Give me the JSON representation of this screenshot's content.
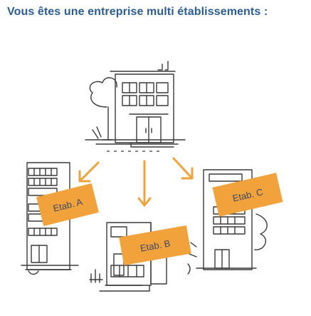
{
  "header": {
    "title": "Vous êtes une entreprise multi établissements :"
  },
  "establishments": [
    {
      "label": "Etab. A"
    },
    {
      "label": "Etab. B"
    },
    {
      "label": "Etab. C"
    }
  ],
  "colors": {
    "title": "#2a5d9a",
    "tag": "#f2a23a",
    "arrow": "#f2a23a",
    "sketch": "#3a3a3a"
  }
}
